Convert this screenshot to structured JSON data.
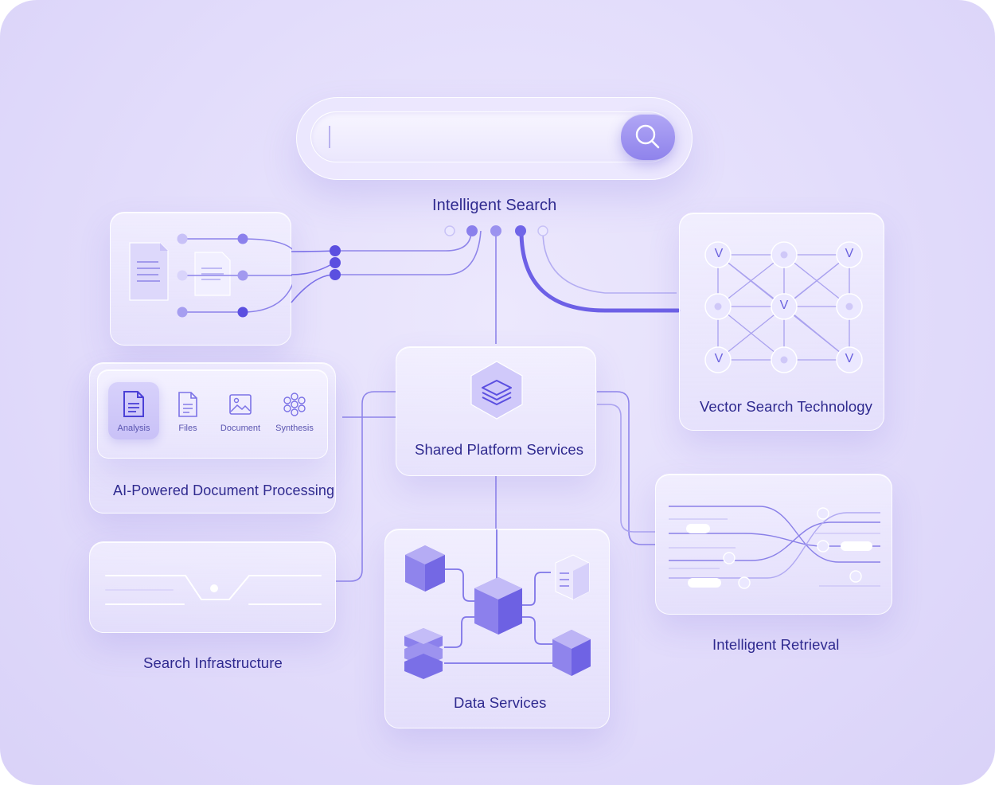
{
  "search": {
    "title": "Intelligent Search",
    "icon": "search-icon"
  },
  "modules": {
    "doc_processing": {
      "title": "AI-Powered Document Processing",
      "tools": [
        {
          "label": "Analysis",
          "icon": "document-analysis-icon",
          "active": true
        },
        {
          "label": "Files",
          "icon": "file-icon",
          "active": false
        },
        {
          "label": "Document",
          "icon": "image-document-icon",
          "active": false
        },
        {
          "label": "Synthesis",
          "icon": "synthesis-icon",
          "active": false
        }
      ]
    },
    "shared_platform": {
      "title": "Shared Platform Services",
      "icon": "layers-icon"
    },
    "vector_search": {
      "title": "Vector Search Technology",
      "node_letter": "V"
    },
    "search_infra": {
      "title": "Search Infrastructure"
    },
    "data_services": {
      "title": "Data Services"
    },
    "retrieval": {
      "title": "Intelligent Retrieval"
    }
  },
  "colors": {
    "accent": "#5b4fe0",
    "text": "#2f2a8f",
    "line": "#8a80e8",
    "background": "#e4defb"
  }
}
